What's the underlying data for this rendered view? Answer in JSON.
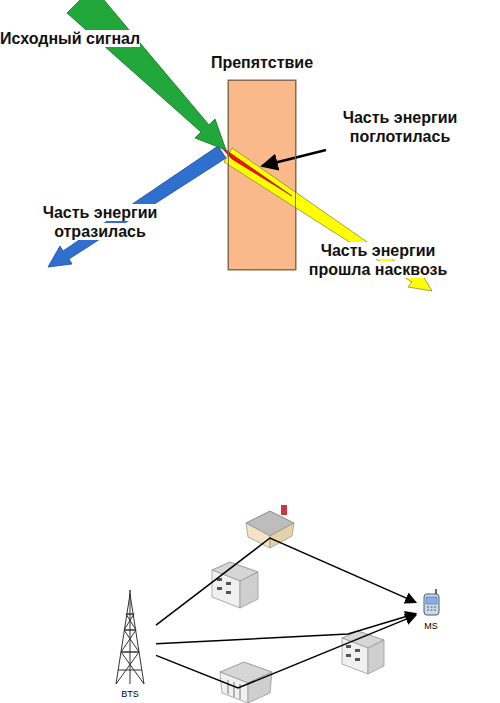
{
  "diagram": {
    "nodes": [
      {
        "text": [
          "Препятствие"
        ]
      },
      {
        "text": [
          "BTS"
        ]
      },
      {
        "text": [
          "MS"
        ]
      }
    ],
    "edges": [
      {
        "from": 1,
        "to": 2,
        "arrow": "to"
      },
      {
        "from": 1,
        "to": 2,
        "arrow": "to"
      },
      {
        "from": 1,
        "to": 2,
        "arrow": "to"
      }
    ],
    "labels": [
      "Исходный сигнал",
      "Часть энергии поглотилась",
      "Часть энергии отразилась",
      "Часть энергии прошла насквозь"
    ]
  }
}
